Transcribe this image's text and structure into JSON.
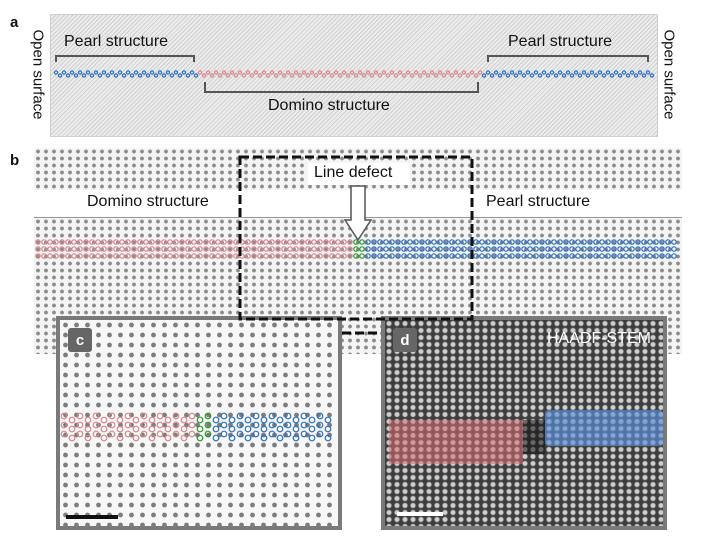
{
  "panel_a": {
    "letter": "a",
    "left_side_label": "Open surface",
    "right_side_label": "Open surface",
    "left_pearl_label": "Pearl structure",
    "right_pearl_label": "Pearl structure",
    "domino_label": "Domino structure"
  },
  "panel_b": {
    "letter": "b",
    "domino_label": "Domino structure",
    "pearl_label": "Pearl structure",
    "defect_label": "Line defect"
  },
  "panel_c": {
    "letter": "c"
  },
  "panel_d": {
    "letter": "d",
    "mode_label": "HAADF-STEM"
  },
  "colors": {
    "domino": "#d9868a",
    "pearl": "#2a6fc0",
    "defect": "#2a9a2a",
    "lattice": "#8a8a8a",
    "frame": "#7a7a7a"
  }
}
